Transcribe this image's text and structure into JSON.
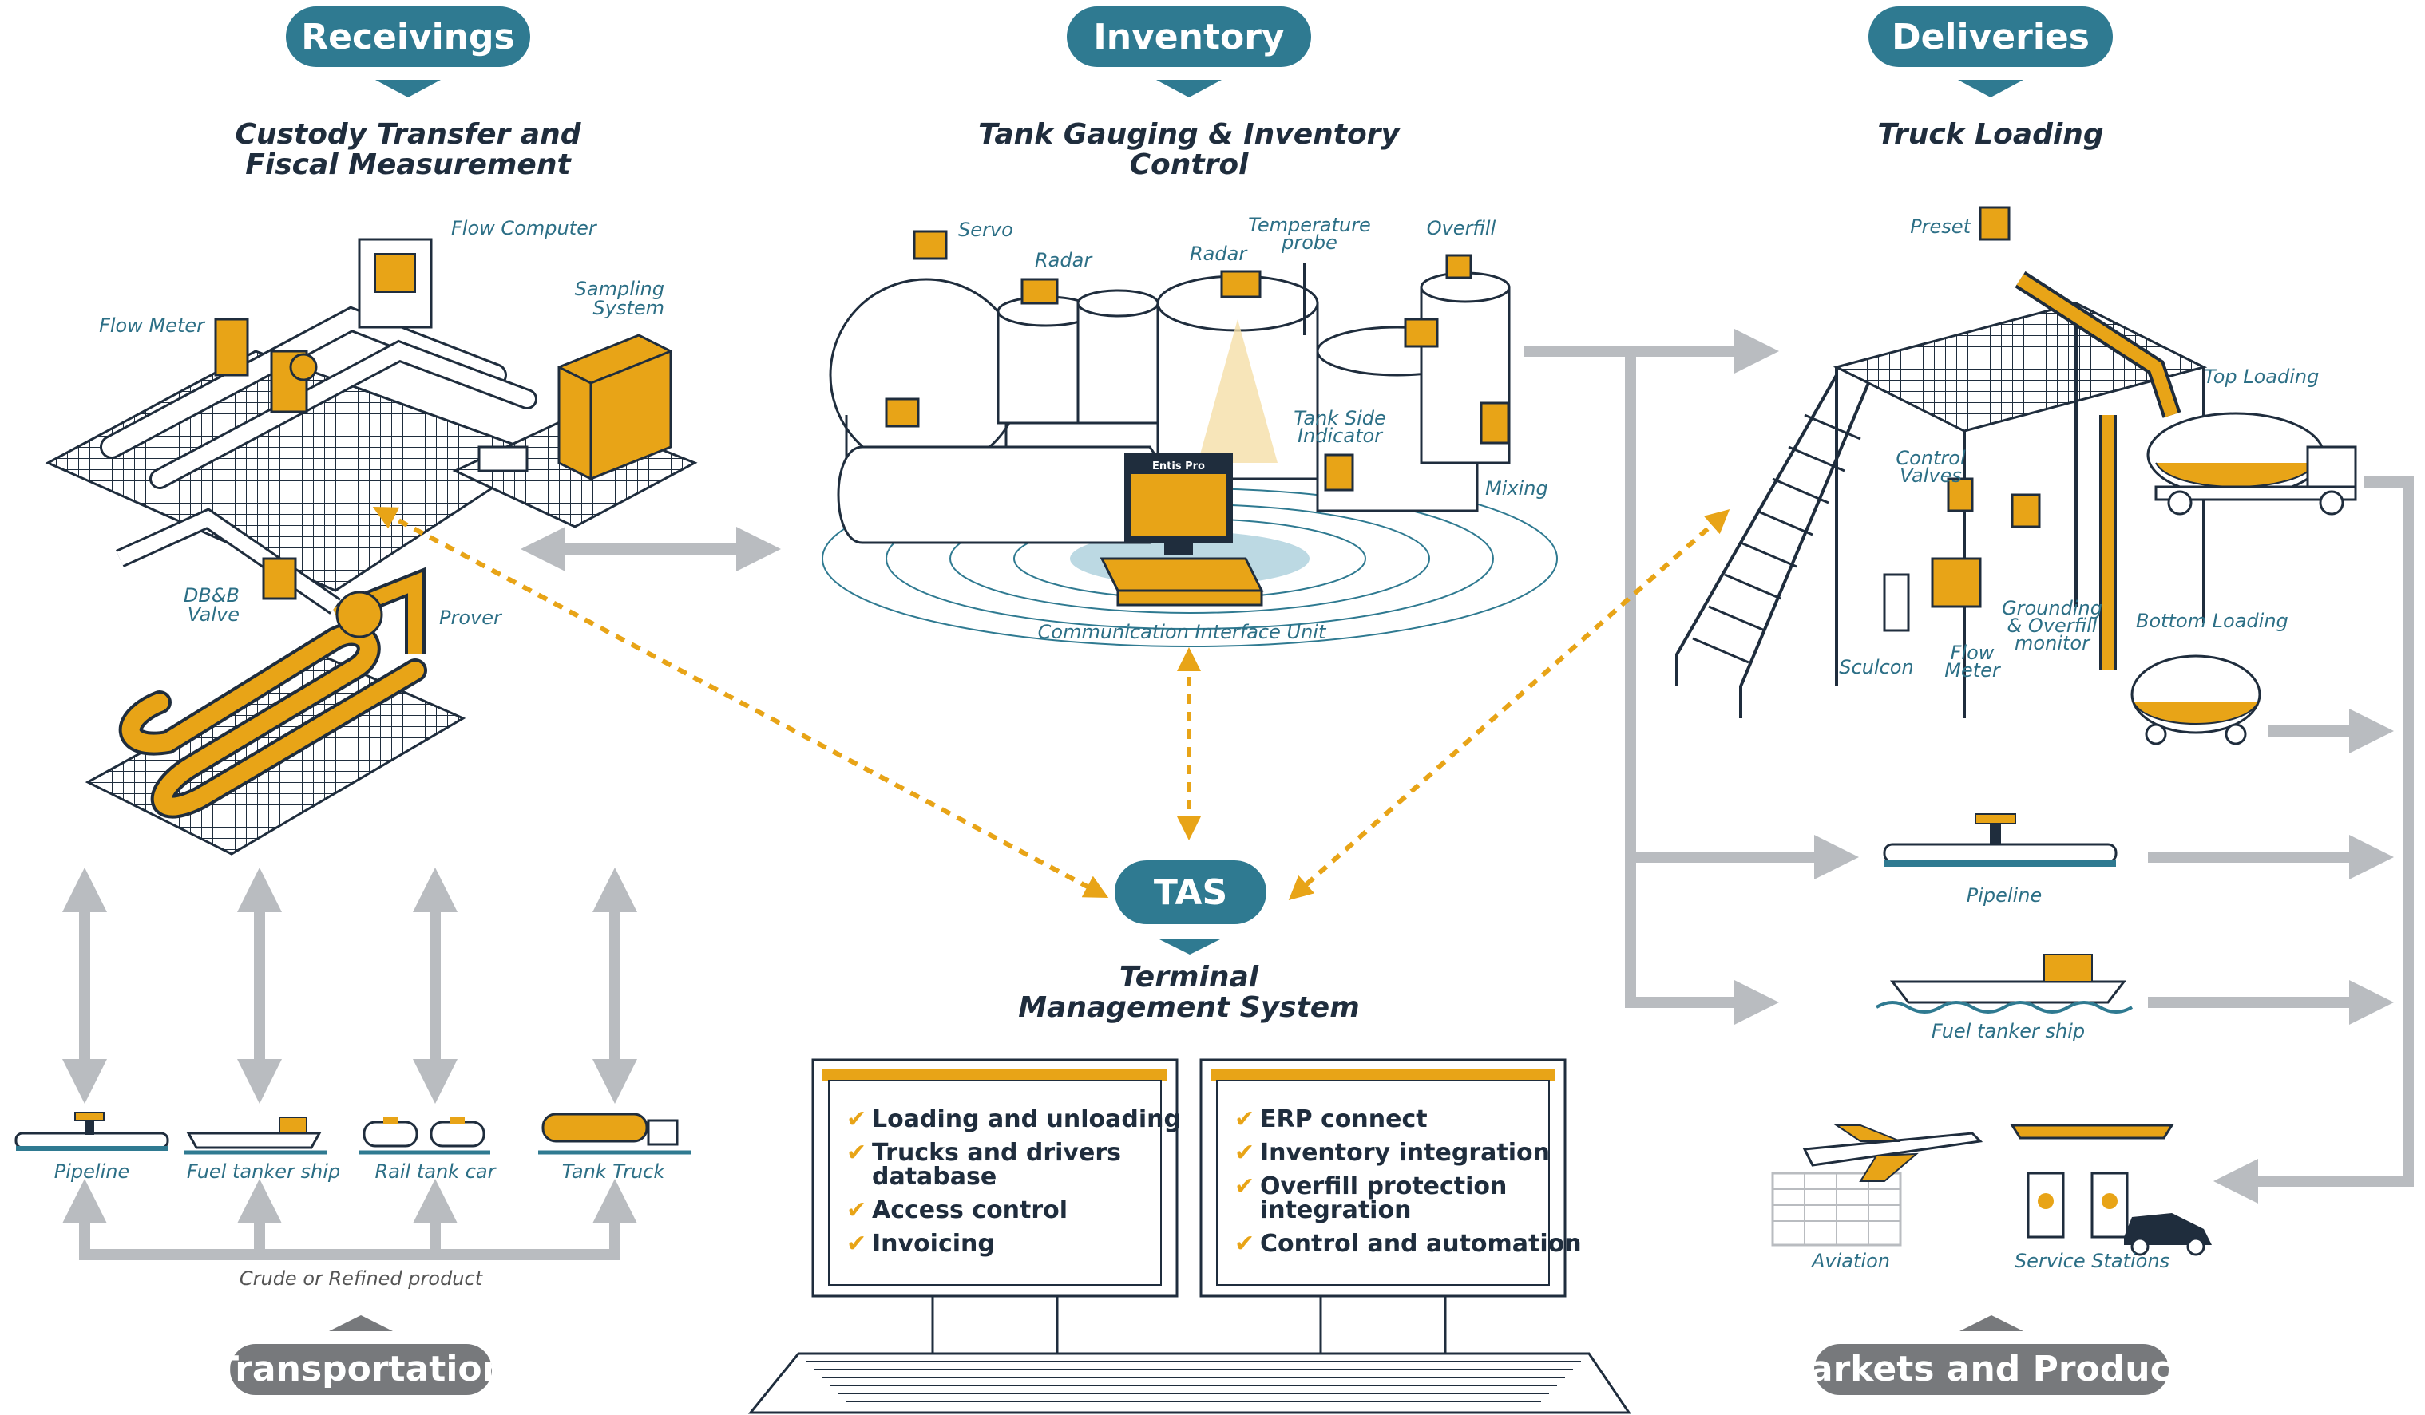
{
  "headers": {
    "receivings": "Receivings",
    "inventory": "Inventory",
    "deliveries": "Deliveries",
    "tas": "TAS",
    "transportation": "Transportation",
    "markets": "Markets and Products"
  },
  "subtitles": {
    "receivings": [
      "Custody Transfer and",
      "Fiscal Measurement"
    ],
    "inventory": [
      "Tank Gauging & Inventory",
      "Control"
    ],
    "deliveries": [
      "Truck Loading"
    ],
    "tas": [
      "Terminal",
      "Management System"
    ]
  },
  "receivings_labels": {
    "flow_computer": "Flow Computer",
    "sampling_system": [
      "Sampling",
      "System"
    ],
    "flow_meter": "Flow Meter",
    "dbb_valve": [
      "DB&B",
      "Valve"
    ],
    "prover": "Prover"
  },
  "inventory_labels": {
    "servo": "Servo",
    "radar1": "Radar",
    "radar2": "Radar",
    "temperature_probe": [
      "Temperature",
      "probe"
    ],
    "overfill": "Overfill",
    "tank_side_indicator": [
      "Tank Side",
      "Indicator"
    ],
    "mixing": "Mixing",
    "entis_pro": "Entis Pro",
    "ciu": "Communication Interface Unit"
  },
  "deliveries_labels": {
    "preset": "Preset",
    "top_loading": "Top Loading",
    "control_valves": [
      "Control",
      "Valves"
    ],
    "grounding": [
      "Grounding",
      "& Overfill",
      "monitor"
    ],
    "bottom_loading": "Bottom Loading",
    "sculcon": "Sculcon",
    "flow_meter": [
      "Flow",
      "Meter"
    ],
    "pipeline": "Pipeline",
    "fuel_tanker_ship": "Fuel tanker ship"
  },
  "transport_labels": {
    "pipeline": "Pipeline",
    "fuel_tanker_ship": "Fuel tanker ship",
    "rail_tank_car": "Rail tank car",
    "tank_truck": "Tank Truck",
    "crude": "Crude or Refined product"
  },
  "markets_labels": {
    "aviation": "Aviation",
    "service_stations": "Service Stations"
  },
  "tms_left": [
    [
      "Loading and unloading"
    ],
    [
      "Trucks and drivers",
      "database"
    ],
    [
      "Access control"
    ],
    [
      "Invoicing"
    ]
  ],
  "tms_right": [
    [
      "ERP connect"
    ],
    [
      "Inventory integration"
    ],
    [
      "Overfill protection",
      "integration"
    ],
    [
      "Control and automation"
    ]
  ],
  "colors": {
    "teal": "#2f7a91",
    "yellow": "#e8a417",
    "grey": "#b9bcc0",
    "dark_grey": "#77797c",
    "navy": "#1f2d3d"
  }
}
